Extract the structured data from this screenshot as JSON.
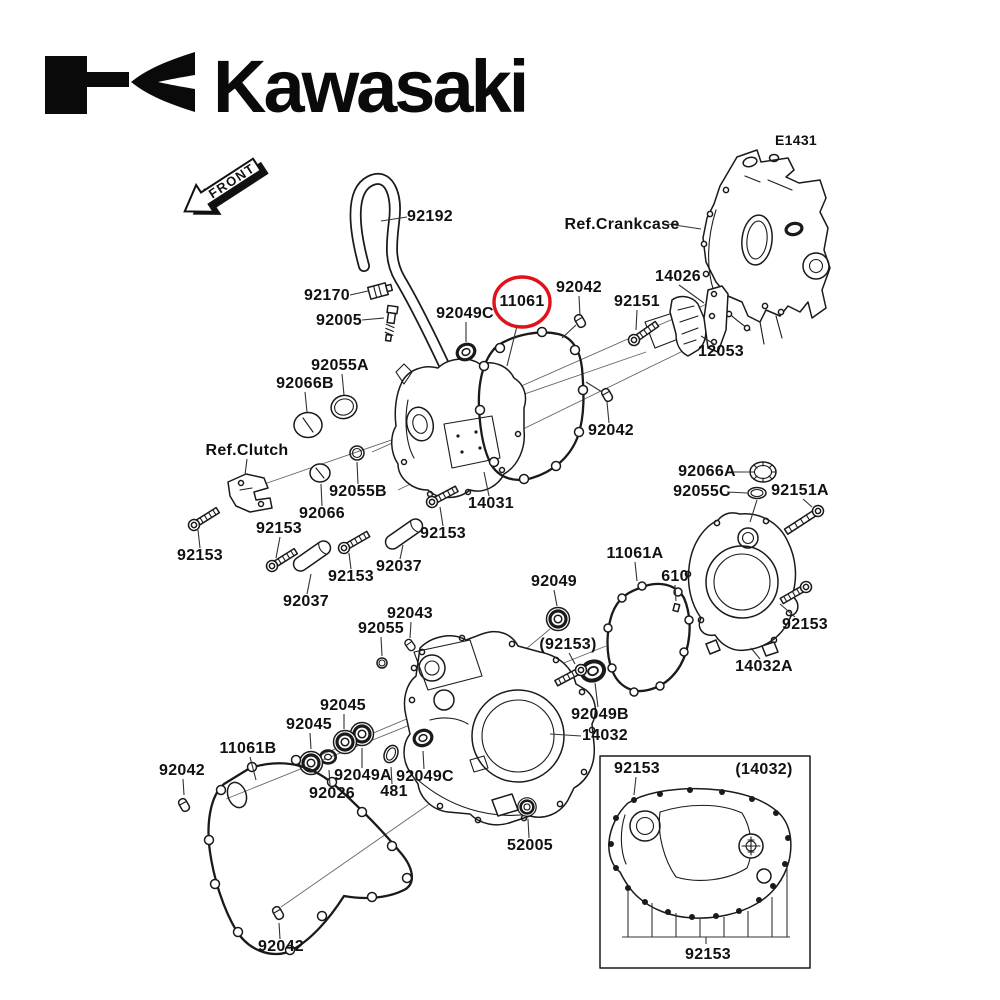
{
  "brand": {
    "wordmark": "Kawasaki"
  },
  "diagram_code": "E1431",
  "orientation": {
    "front_label": "FRONT"
  },
  "references": {
    "crankcase": "Ref.Crankcase",
    "clutch": "Ref.Clutch"
  },
  "highlight": {
    "part": "11061",
    "circle_color": "#e0111a"
  },
  "parts": {
    "hose": "92192",
    "clamp": "92170",
    "fitting": "92005",
    "oring_55a": "92055A",
    "plug_66b": "92066B",
    "seal_49c_upper": "92049C",
    "gasket_right_cover": "11061",
    "dowel_upper": "92042",
    "bolt_guide": "92151",
    "guide_bracket": "14026",
    "chain_guide": "12053",
    "dowel_mid": "92042",
    "oring_55b": "92055B",
    "plug_66": "92066",
    "cover_right": "14031",
    "bolt_153a": "92153",
    "bolt_153b": "92153",
    "bolt_153c": "92153",
    "bolt_153d": "92153",
    "bolt_153e": "92153",
    "collar_37a": "92037",
    "collar_37b": "92037",
    "cap_66a": "92066A",
    "oring_55c": "92055C",
    "bolt_151a": "92151A",
    "gasket_clutch": "11061A",
    "pin_610": "610",
    "bearing_49": "92049",
    "cover_clutch": "14032A",
    "pin_43": "92043",
    "oring_55": "92055",
    "bolt_153_paren": "(92153)",
    "seal_49b": "92049B",
    "cover_center": "14032",
    "bearing_45a": "92045",
    "bearing_45b": "92045",
    "bearing_49a": "92049A",
    "seal_26": "92026",
    "oring_481": "481",
    "seal_49c_lower": "92049C",
    "gasket_left": "11061B",
    "dowel_left": "92042",
    "bearing_52005": "52005",
    "dowel_bottom": "92042"
  },
  "inset": {
    "bolt_top": "92153",
    "cover_ref": "(14032)",
    "bolt_bottom": "92153"
  }
}
